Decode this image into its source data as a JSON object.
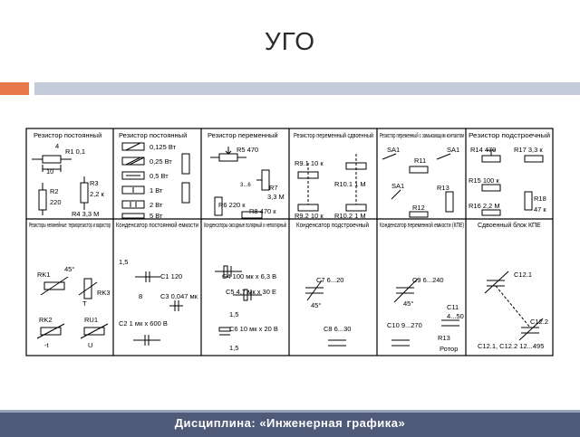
{
  "slide": {
    "title": "УГО"
  },
  "table": {
    "headers_row1": [
      "Резистор постоянный",
      "Резистор постоянный",
      "Резистор переменный",
      "Резистор переменный сдвоенный",
      "Резистор переменный с замыкающим контактом",
      "Резистор подстроечный"
    ],
    "headers_row2": [
      "Резисторы нелинейные: терморезистор и варистор",
      "Конденсатор постоянной емкости",
      "Конденсаторы оксидные полярный и неполярный",
      "Конденсатор подстроечный",
      "Конденсатор переменной емкости (КПЕ)",
      "Сдвоенный блок КПЕ"
    ],
    "labels_row1": {
      "c1": [
        "R1 0,1",
        "10",
        "R2",
        "220",
        "R3",
        "2,2 к",
        "R4 3,3 М",
        "4"
      ],
      "c2": [
        "0,125 Вт",
        "0,25 Вт",
        "0,5 Вт",
        "1 Вт",
        "2 Вт",
        "5 Вт"
      ],
      "c3": [
        "R5 470",
        "R6 220 к",
        "R7",
        "3,3 М",
        "R8 470 к",
        "3...6"
      ],
      "c4": [
        "R9.1 10 к",
        "R10.1 1 М",
        "R9.2 10 к",
        "R10.2 1 М"
      ],
      "c5": [
        "SA1",
        "R11",
        "SA1",
        "SA1",
        "R12",
        "R13"
      ],
      "c6": [
        "R14 470",
        "R17 3,3 к",
        "R15 100 к",
        "R18",
        "47 к",
        "R16 2,2 М"
      ]
    },
    "labels_row2": {
      "c1": [
        "RK1",
        "45°",
        "RK3",
        "RK2",
        "RU1",
        "-t",
        "T",
        "U"
      ],
      "c2": [
        "C1 120",
        "C3 0,047 мк",
        "C2 1 мк x 600 В",
        "1,5",
        "8"
      ],
      "c3": [
        "C4 100 мк x 6,3 В",
        "C5 4,7 мк x 30 Е",
        "1,5",
        "C6 10 мк x 20 В",
        "1,5"
      ],
      "c4": [
        "C7 6...20",
        "45°",
        "C8 6...30"
      ],
      "c5": [
        "C9 6...240",
        "45°",
        "C10 9...270",
        "C11",
        "4...50",
        "R13",
        "Ротор"
      ],
      "c6": [
        "C12.1",
        "C12.2",
        "C12.1, C12.2 12...495"
      ]
    }
  },
  "footer": {
    "text": "Дисциплина: «Инженерная графика»"
  },
  "colors": {
    "accent_orange": "#e8784a",
    "accent_blue": "#c3cbdb",
    "footer_bg": "#4f5a78"
  }
}
